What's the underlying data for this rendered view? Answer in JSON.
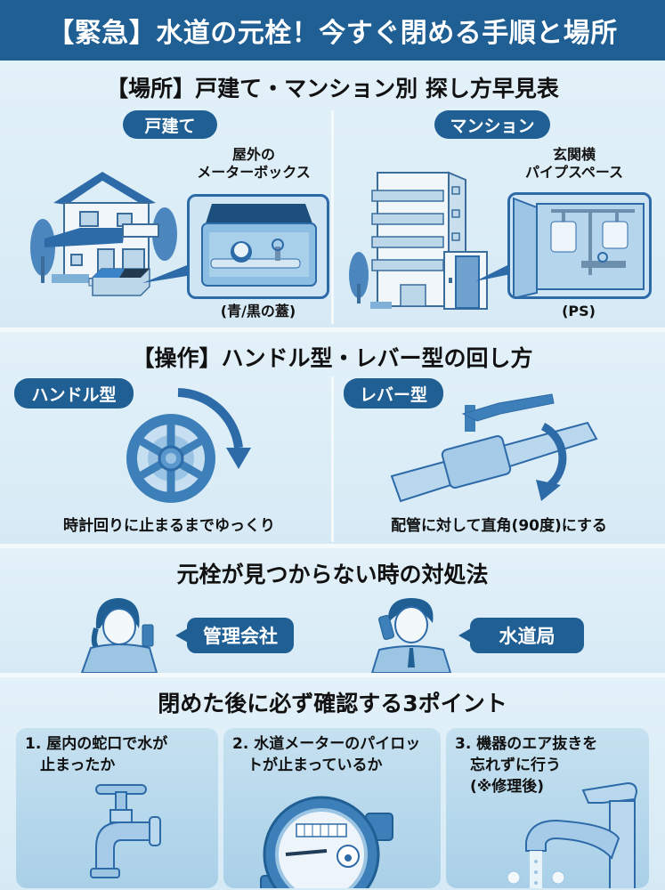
{
  "header": {
    "title": "【緊急】水道の元栓！今すぐ閉める手順と場所"
  },
  "location_section": {
    "title": "【場所】戸建て・マンション別 探し方早見表",
    "detached": {
      "label": "戸建て",
      "caption_line1": "屋外の",
      "caption_line2": "メーターボックス",
      "note": "(青/黒の蓋)",
      "icon": "house-icon"
    },
    "mansion": {
      "label": "マンション",
      "caption_line1": "玄関横",
      "caption_line2": "パイプスペース",
      "note": "(PS)",
      "icon": "apartment-building-icon"
    }
  },
  "operation_section": {
    "title": "【操作】ハンドル型・レバー型の回し方",
    "handle": {
      "label": "ハンドル型",
      "instruction": "時計回りに止まるまでゆっくり",
      "icon": "handle-valve-icon"
    },
    "lever": {
      "label": "レバー型",
      "instruction": "配管に対して直角(90度)にする",
      "icon": "lever-valve-icon"
    }
  },
  "notfound_section": {
    "title": "元栓が見つからない時の対処法",
    "contacts": [
      {
        "label": "管理会社",
        "icon": "woman-with-phone-icon"
      },
      {
        "label": "水道局",
        "icon": "man-with-phone-icon"
      }
    ]
  },
  "check_section": {
    "title": "閉めた後に必ず確認する3ポイント",
    "points": [
      {
        "line1": "1. 屋内の蛇口で水が",
        "line2": "　止まったか",
        "line3": "",
        "icon": "faucet-icon"
      },
      {
        "line1": "2. 水道メーターのパイロッ",
        "line2": "　トが止まっているか",
        "line3": "",
        "icon": "water-meter-icon"
      },
      {
        "line1": "3. 機器のエア抜きを",
        "line2": "　忘れずに行う",
        "line3": "　(※修理後)",
        "icon": "mixer-faucet-icon"
      }
    ]
  },
  "colors": {
    "primary": "#1f5f93",
    "background": "#dcedf6",
    "illustration_blue": "#3d7fb8"
  }
}
